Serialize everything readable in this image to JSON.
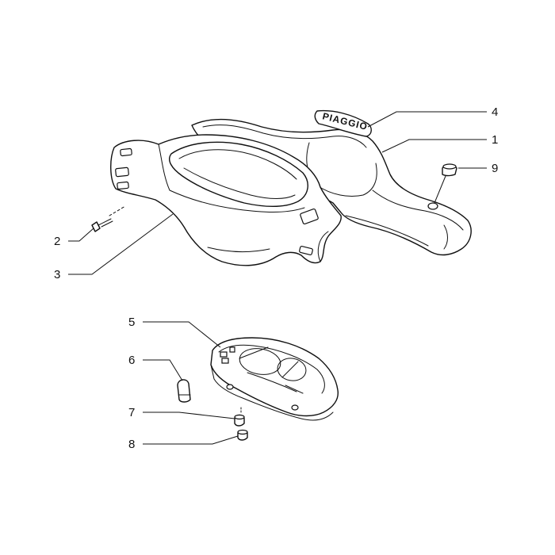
{
  "brand_text": "PIAGGIO",
  "callouts": [
    {
      "id": "1",
      "label": "1"
    },
    {
      "id": "2",
      "label": "2"
    },
    {
      "id": "3",
      "label": "3"
    },
    {
      "id": "4",
      "label": "4"
    },
    {
      "id": "5",
      "label": "5"
    },
    {
      "id": "6",
      "label": "6"
    },
    {
      "id": "7",
      "label": "7"
    },
    {
      "id": "8",
      "label": "8"
    },
    {
      "id": "9",
      "label": "9"
    }
  ]
}
